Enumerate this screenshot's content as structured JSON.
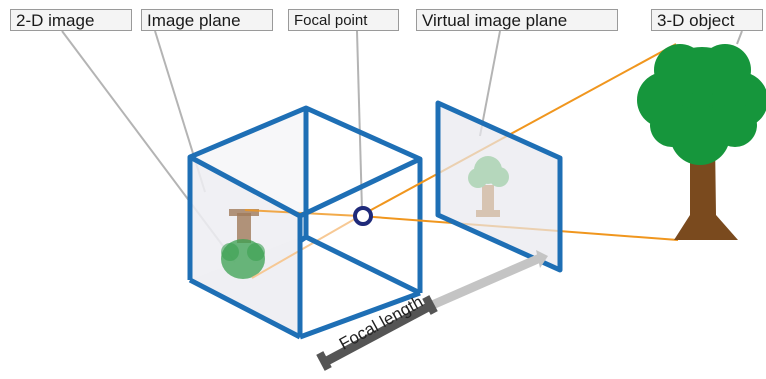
{
  "labels": {
    "image_2d": "2-D image",
    "image_plane": "Image plane",
    "focal_point": "Focal point",
    "virtual_image_plane": "Virtual image plane",
    "object_3d": "3-D object",
    "focal_length": "Focal length"
  },
  "colors": {
    "camera_edge": "#1e6fb5",
    "ray": "#f0961e",
    "focal_point_ring": "#1f2a7a",
    "leader_line": "#b4b4b4",
    "foliage": "#16963c",
    "trunk": "#7a4a1e",
    "ruler_dark": "#555555",
    "ruler_light": "#c4c4c4"
  },
  "icons": [
    "tree-3d-object",
    "tree-2d-image-inverted",
    "tree-virtual-image",
    "focal-point-ring"
  ]
}
